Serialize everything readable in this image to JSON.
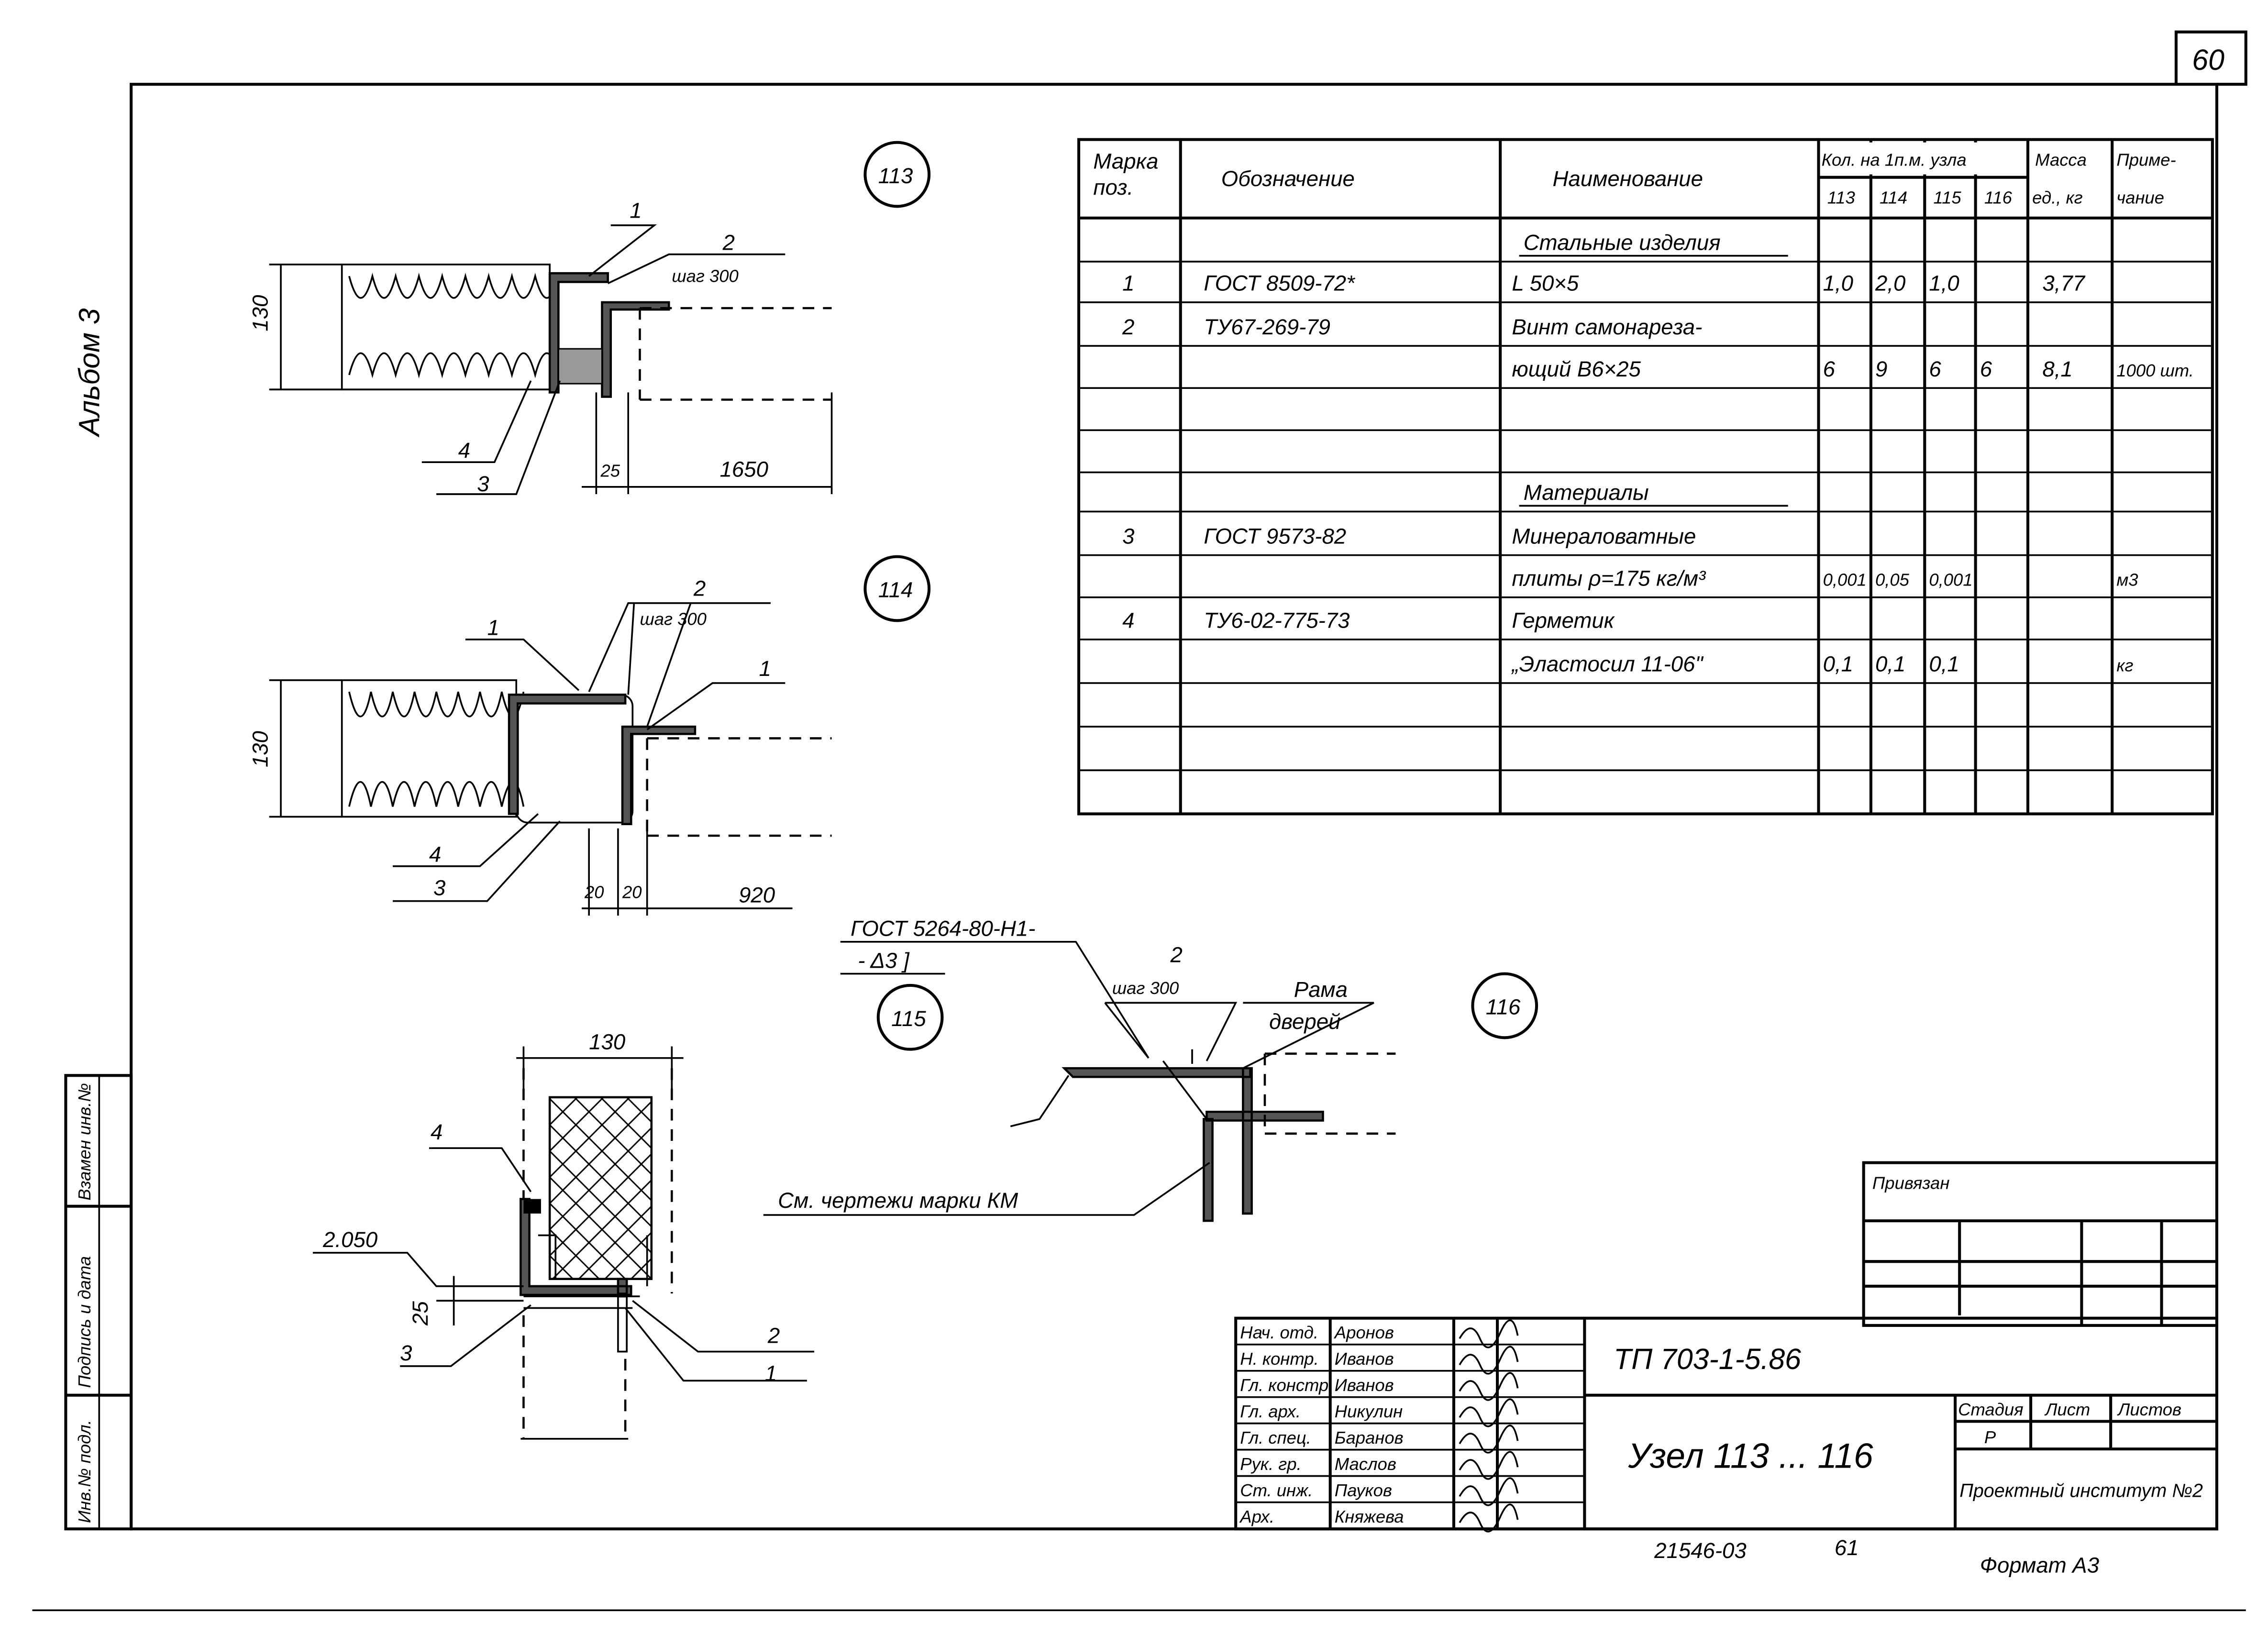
{
  "sheet": {
    "page_number": "60",
    "album": "Альбом 3",
    "side_strip": [
      "Инв.№ подл.",
      "Подпись и дата",
      "Взамен инв.№"
    ],
    "bottom_code": "21546-03",
    "bottom_sheet": "61",
    "format": "Формат А3"
  },
  "table": {
    "h_mark": [
      "Марка",
      "поз."
    ],
    "h_designation": "Обозначение",
    "h_name": "Наименование",
    "h_qty": "Кол. на 1п.м. узла",
    "h_qty_cols": [
      "113",
      "114",
      "115",
      "116"
    ],
    "h_mass": [
      "Масса",
      "ед., кг"
    ],
    "h_note": [
      "Приме-",
      "чание"
    ],
    "rows": [
      {
        "section": "Стальные изделия"
      },
      {
        "mark": "1",
        "designation": "ГОСТ 8509-72*",
        "name": "L 50×5",
        "q": [
          "1,0",
          "2,0",
          "1,0",
          ""
        ],
        "mass": "3,77",
        "note": ""
      },
      {
        "mark": "2",
        "designation": "ТУ67-269-79",
        "name": "Винт самонареза-",
        "q": [
          "",
          "",
          "",
          ""
        ],
        "mass": "",
        "note": ""
      },
      {
        "mark": "",
        "designation": "",
        "name": "ющий В6×25",
        "q": [
          "6",
          "9",
          "6",
          "6"
        ],
        "mass": "8,1",
        "note": "1000 шт."
      },
      {},
      {},
      {
        "section": "Материалы"
      },
      {
        "mark": "3",
        "designation": "ГОСТ 9573-82",
        "name": "Минераловатные",
        "q": [
          "",
          "",
          "",
          ""
        ],
        "mass": "",
        "note": ""
      },
      {
        "mark": "",
        "designation": "",
        "name": "плиты ρ=175 кг/м³",
        "q": [
          "0,001",
          "0,05",
          "0,001",
          ""
        ],
        "mass": "",
        "note": "м3"
      },
      {
        "mark": "4",
        "designation": "ТУ6-02-775-73",
        "name": "Герметик",
        "q": [
          "",
          "",
          "",
          ""
        ],
        "mass": "",
        "note": ""
      },
      {
        "mark": "",
        "designation": "",
        "name": "„Эластосил 11-06\"",
        "q": [
          "0,1",
          "0,1",
          "0,1",
          ""
        ],
        "mass": "",
        "note": "кг"
      },
      {},
      {},
      {}
    ]
  },
  "nodes": {
    "n113": {
      "id": "113",
      "dim_h": "130",
      "dim_a": "25",
      "dim_b": "1650",
      "l1": "1",
      "l2": "2",
      "step": "шаг 300",
      "l3": "3",
      "l4": "4"
    },
    "n114": {
      "id": "114",
      "dim_h": "130",
      "dim_a": "20",
      "dim_b": "20",
      "dim_c": "920",
      "l1a": "1",
      "l1b": "1",
      "l2": "2",
      "step": "шаг 300",
      "l3": "3",
      "l4": "4"
    },
    "n115": {
      "id": "115",
      "dim_w": "130",
      "level": "2.050",
      "dim_a": "25",
      "l1": "1",
      "l2": "2",
      "l3": "3",
      "l4": "4",
      "weld1": "ГОСТ 5264-80-Н1-",
      "weld2": "- Δ3 ]"
    },
    "n116": {
      "id": "116",
      "l2": "2",
      "step": "шаг 300",
      "frame1": "Рама",
      "frame2": "дверей",
      "see_note": "См. чертежи марки КМ"
    }
  },
  "title_block": {
    "attached": "Привязан",
    "roles": [
      "Нач. отд.",
      "Н. контр.",
      "Гл. констр.",
      "Гл. арх.",
      "Гл. спец.",
      "Рук. гр.",
      "Ст. инж.",
      "Арх."
    ],
    "names": [
      "Аронов",
      "Иванов",
      "Иванов",
      "Никулин",
      "Баранов",
      "Маслов",
      "Пауков",
      "Княжева"
    ],
    "project_code": "ТП 703-1-5.86",
    "sheet_title": "Узел 113 ... 116",
    "stage_label": "Стадия",
    "sheet_label": "Лист",
    "sheets_label": "Листов",
    "stage_value": "Р",
    "organization": "Проектный институт №2"
  }
}
